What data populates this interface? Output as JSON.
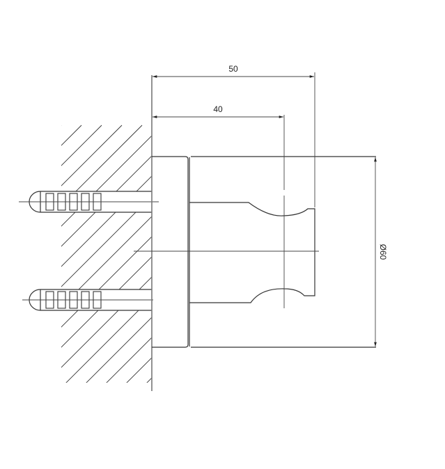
{
  "drawing": {
    "dimensions": {
      "overall_depth": "50",
      "center_depth": "40",
      "diameter": "Ø60"
    },
    "anchors": {
      "count": 2,
      "ribs_per_anchor": 5
    }
  },
  "colors": {
    "line": "#333333",
    "background": "#ffffff"
  }
}
